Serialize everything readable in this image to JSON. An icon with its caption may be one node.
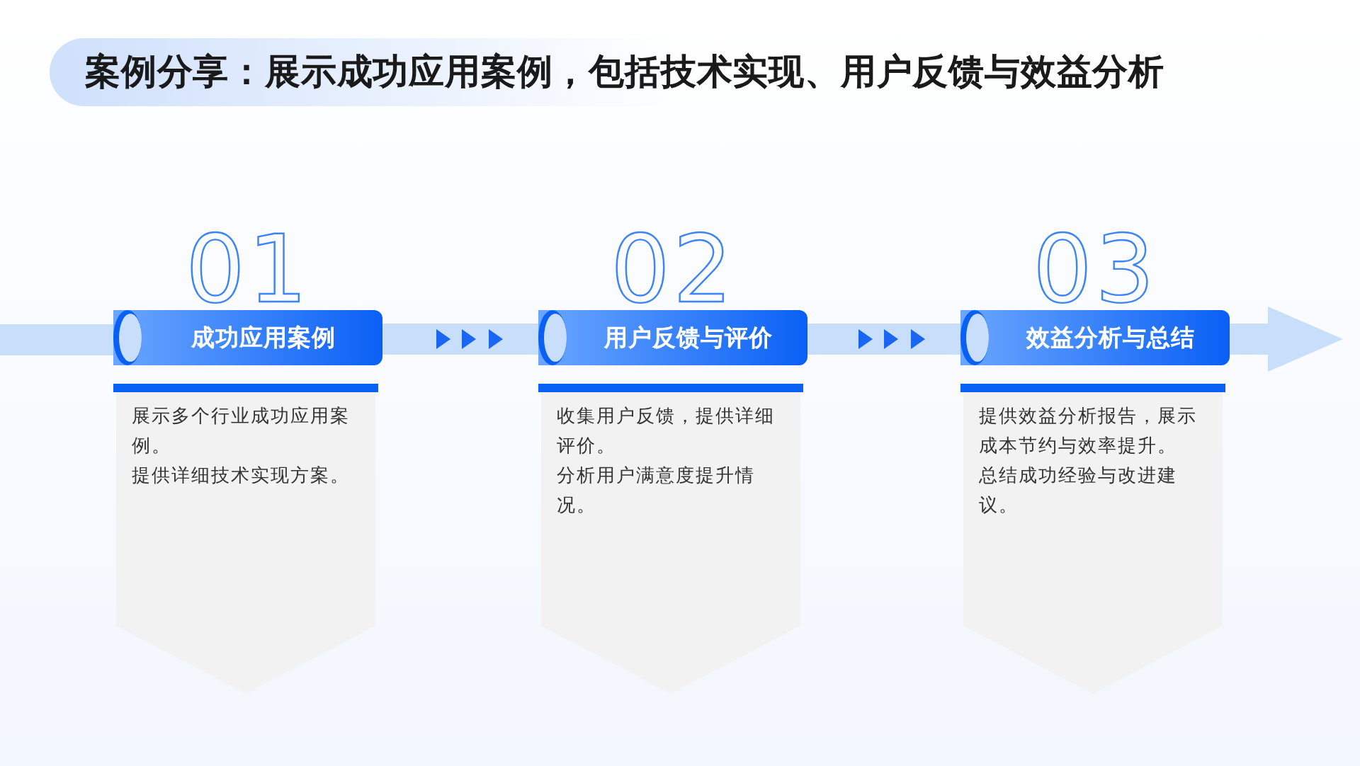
{
  "diagram": {
    "title": "案例分享：展示成功应用案例，包括技术实现、用户反馈与效益分析",
    "nodes": [
      {
        "text": [
          "成功应用案例"
        ],
        "beside": [
          "01"
        ]
      },
      {
        "text": [
          "展示多个行业成功应用案例。",
          "提供详细技术实现方案。"
        ]
      },
      {
        "text": [
          "用户反馈与评价"
        ],
        "beside": [
          "02"
        ]
      },
      {
        "text": [
          "收集用户反馈，提供详细评价。",
          "分析用户满意度提升情况。"
        ]
      },
      {
        "text": [
          "效益分析与总结"
        ],
        "beside": [
          "03"
        ]
      },
      {
        "text": [
          "提供效益分析报告，展示成本节约与效率提升。",
          "总结成功经验与改进建议。"
        ]
      }
    ],
    "edges": [
      {
        "from": 0,
        "to": 2,
        "arrow": "to"
      },
      {
        "from": 2,
        "to": 4,
        "arrow": "to"
      },
      {
        "from": 4,
        "to": null,
        "arrow": "to"
      }
    ]
  }
}
